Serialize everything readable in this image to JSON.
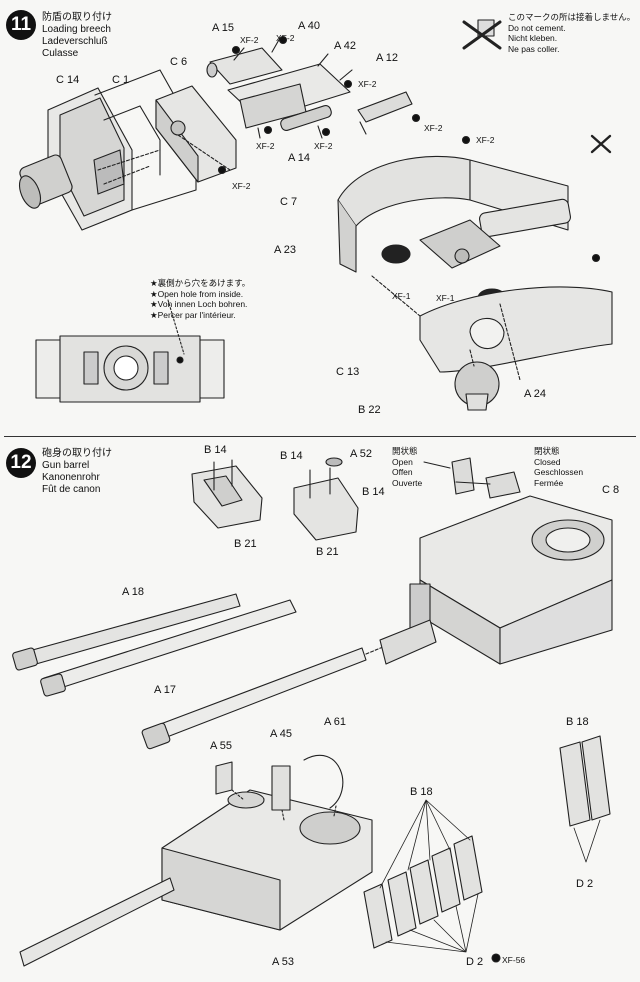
{
  "step11": {
    "number": "11",
    "title_ja": "防盾の取り付け",
    "title_en": "Loading breech",
    "title_de": "Ladeverschluß",
    "title_fr": "Culasse",
    "nocement_ja": "このマークの所は接着しません。",
    "nocement_en": "Do not cement.",
    "nocement_de": "Nicht kleben.",
    "nocement_fr": "Ne pas coller.",
    "hole_ja": "★裏側から穴をあけます。",
    "hole_en": "★Open hole from inside.",
    "hole_de": "★Von innen Loch bohren.",
    "hole_fr": "★Percer par l'intérieur.",
    "parts": {
      "A15": "A 15",
      "A40": "A 40",
      "A42": "A 42",
      "A12": "A 12",
      "C14": "C 14",
      "C1": "C 1",
      "C6": "C 6",
      "A14": "A 14",
      "C7": "C 7",
      "A23": "A 23",
      "C13": "C 13",
      "B22": "B 22",
      "A24": "A 24"
    },
    "paints": {
      "xf2_a": "XF-2",
      "xf2_b": "XF-2",
      "xf2_c": "XF-2",
      "xf2_d": "XF-2",
      "xf2_e": "XF-2",
      "xf2_f": "XF-2",
      "xf2_g": "XF-2",
      "xf2_h": "XF-2",
      "xf1_a": "XF-1",
      "xf1_b": "XF-1"
    }
  },
  "step12": {
    "number": "12",
    "title_ja": "砲身の取り付け",
    "title_en": "Gun barrel",
    "title_de": "Kanonenrohr",
    "title_fr": "Fût de canon",
    "open_ja": "開状態",
    "open_en": "Open",
    "open_de": "Offen",
    "open_fr": "Ouverte",
    "closed_ja": "閉状態",
    "closed_en": "Closed",
    "closed_de": "Geschlossen",
    "closed_fr": "Fermée",
    "parts": {
      "B14a": "B 14",
      "B14b": "B 14",
      "B14c": "B 14",
      "A52": "A 52",
      "B21a": "B 21",
      "B21b": "B 21",
      "C8": "C 8",
      "A18": "A 18",
      "A17": "A 17",
      "A55": "A 55",
      "A45": "A 45",
      "A61": "A 61",
      "B18a": "B 18",
      "B18b": "B 18",
      "A53": "A 53",
      "D2a": "D 2",
      "D2b": "D 2"
    },
    "paints": {
      "xf56": "XF-56"
    }
  }
}
